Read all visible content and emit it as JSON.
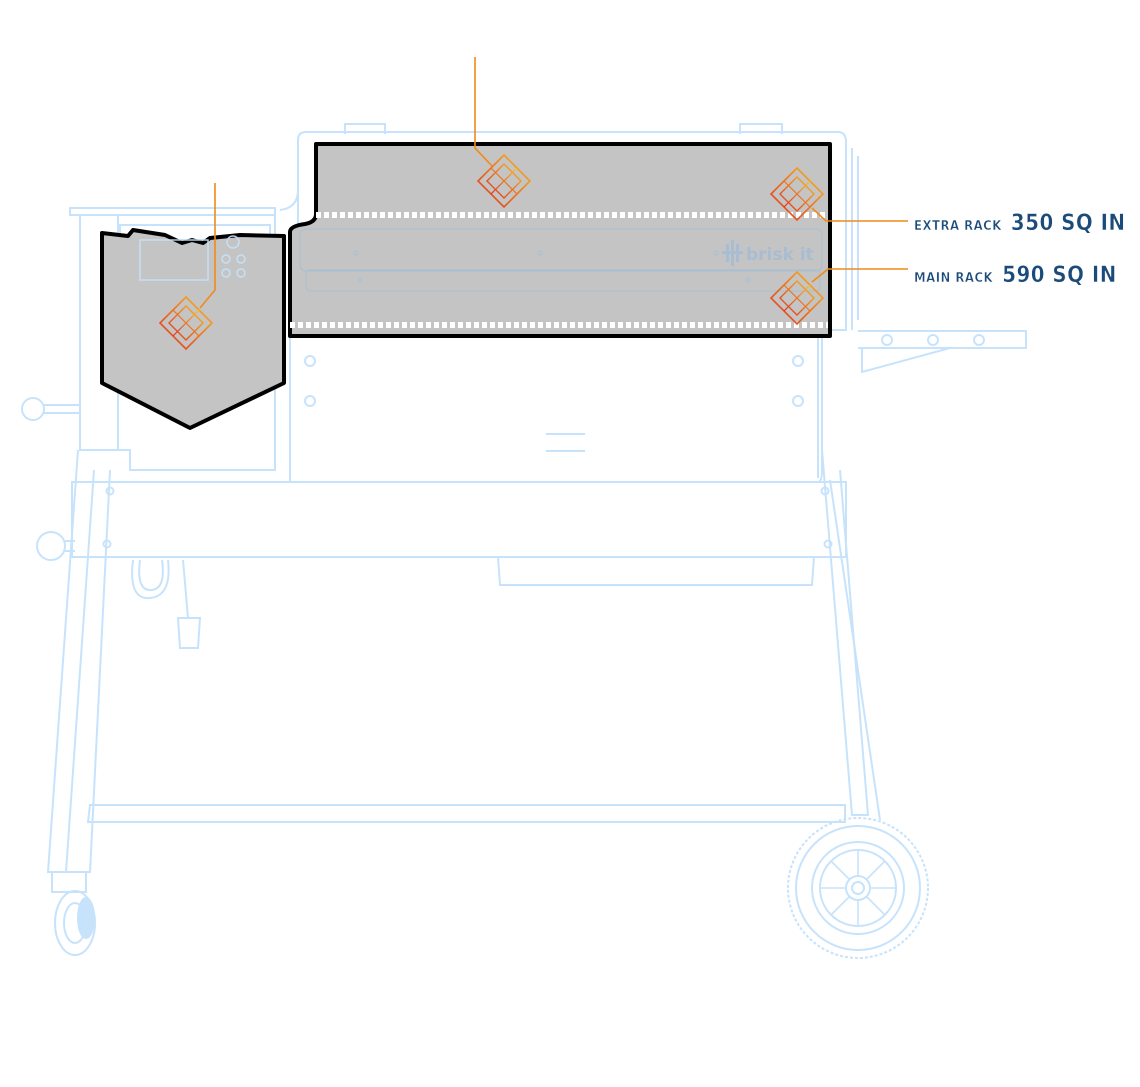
{
  "brand": {
    "logo_text": "brisk it"
  },
  "callouts": [
    {
      "id": "extra-rack",
      "name": "EXTRA RACK",
      "value": "350 SQ IN"
    },
    {
      "id": "main-rack",
      "name": "MAIN RACK",
      "value": "590 SQ IN"
    }
  ],
  "colors": {
    "outline": "#c7e3fb",
    "zone_fill": "#c4c4c4",
    "zone_stroke": "#000000",
    "sensor_red": "#e0301e",
    "sensor_yellow": "#f5c325",
    "leader": "#f08a1a",
    "label": "#1c4b7a"
  }
}
